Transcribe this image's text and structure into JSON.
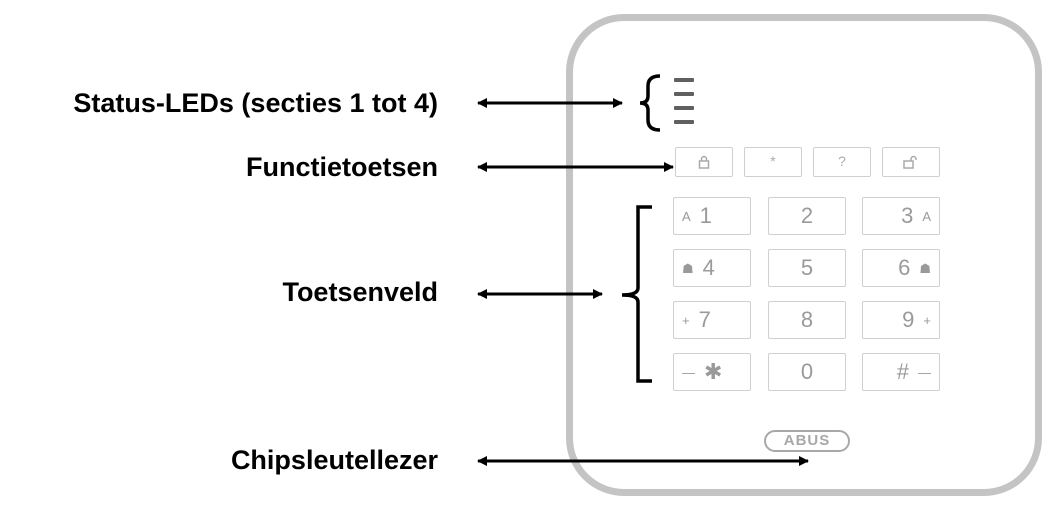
{
  "labels": {
    "status_leds": "Status-LEDs (secties 1 tot 4)",
    "function_keys": "Functietoetsen",
    "keypad": "Toetsenveld",
    "chip_reader": "Chipsleutellezer"
  },
  "device": {
    "brand": "ABUS",
    "function_keys": [
      "lock",
      "*",
      "?",
      "unlock"
    ],
    "keypad_rows": [
      [
        {
          "left_sym": "A",
          "num": "1"
        },
        {
          "num": "2"
        },
        {
          "num": "3",
          "right_sym": "A"
        }
      ],
      [
        {
          "left_sym": "☗",
          "num": "4"
        },
        {
          "num": "5"
        },
        {
          "num": "6",
          "right_sym": "☗"
        }
      ],
      [
        {
          "left_sym": "+",
          "num": "7"
        },
        {
          "num": "8"
        },
        {
          "num": "9",
          "right_sym": "+"
        }
      ],
      [
        {
          "left_sym": "—",
          "num": "✱"
        },
        {
          "num": "0"
        },
        {
          "num": "#",
          "right_sym": "—"
        }
      ]
    ]
  },
  "colors": {
    "device_border": "#c4c4c4",
    "key_border": "#d0d0d0",
    "key_text": "#9a9a9a",
    "arrow": "#000000"
  }
}
